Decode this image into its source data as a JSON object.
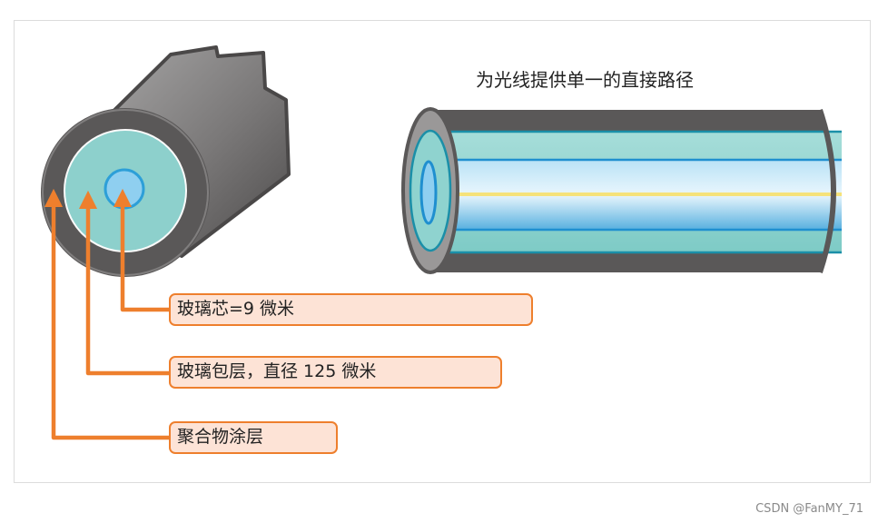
{
  "title": "为光线提供单一的直接路径",
  "labels": {
    "core": "玻璃芯=9 微米",
    "cladding": "玻璃包层，直径 125 微米",
    "coating": "聚合物涂层"
  },
  "watermark": "CSDN @FanMY_71",
  "colors": {
    "coating": "#5a5858",
    "cladding": "#8fd3cf",
    "core": "#8fcff0",
    "arrow": "#ee7f2d",
    "label_fill": "#fde3d6",
    "light_ray": "#f5e27a"
  }
}
